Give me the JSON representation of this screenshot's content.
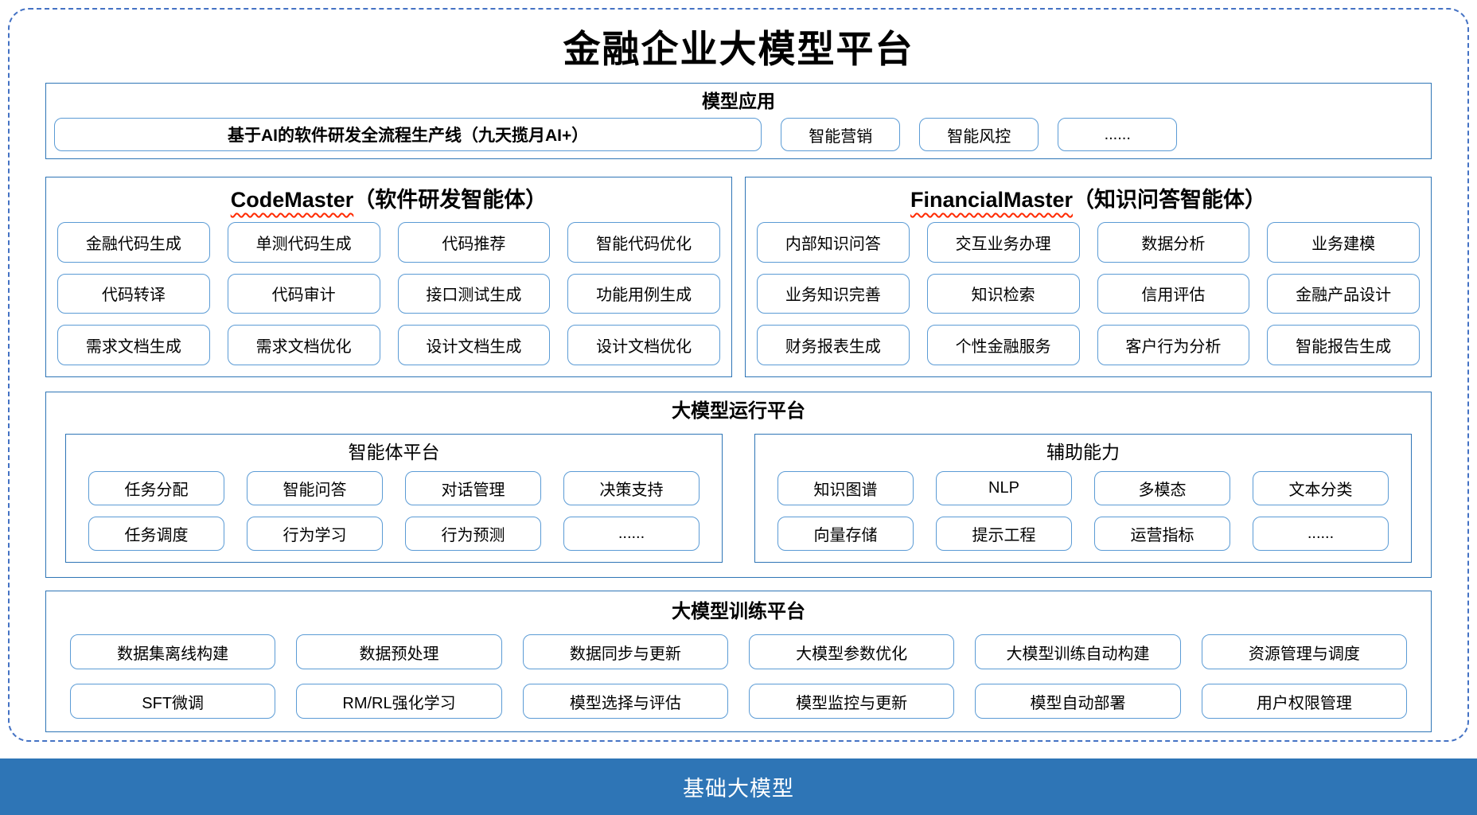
{
  "page": {
    "title": "金融企业大模型平台"
  },
  "colors": {
    "accent": "#2E75B6",
    "pill_border": "#5B9BD5",
    "dashed_border": "#4472C4",
    "footer_bg": "#2E75B6",
    "underline": "#FF2A00"
  },
  "applications": {
    "title": "模型应用",
    "main_pill": "基于AI的软件研发全流程生产线（九天揽月AI+）",
    "pills": [
      "智能营销",
      "智能风控",
      "......"
    ]
  },
  "agents": [
    {
      "name_en": "CodeMaster",
      "name_zh": "（软件研发智能体）",
      "items": [
        "金融代码生成",
        "单测代码生成",
        "代码推荐",
        "智能代码优化",
        "代码转译",
        "代码审计",
        "接口测试生成",
        "功能用例生成",
        "需求文档生成",
        "需求文档优化",
        "设计文档生成",
        "设计文档优化"
      ]
    },
    {
      "name_en": "FinancialMaster",
      "name_zh": "（知识问答智能体）",
      "items": [
        "内部知识问答",
        "交互业务办理",
        "数据分析",
        "业务建模",
        "业务知识完善",
        "知识检索",
        "信用评估",
        "金融产品设计",
        "财务报表生成",
        "个性金融服务",
        "客户行为分析",
        "智能报告生成"
      ]
    }
  ],
  "runtime": {
    "title": "大模型运行平台",
    "groups": [
      {
        "title": "智能体平台",
        "items": [
          "任务分配",
          "智能问答",
          "对话管理",
          "决策支持",
          "任务调度",
          "行为学习",
          "行为预测",
          "......"
        ]
      },
      {
        "title": "辅助能力",
        "items": [
          "知识图谱",
          "NLP",
          "多模态",
          "文本分类",
          "向量存储",
          "提示工程",
          "运营指标",
          "......"
        ]
      }
    ]
  },
  "training": {
    "title": "大模型训练平台",
    "items": [
      "数据集离线构建",
      "数据预处理",
      "数据同步与更新",
      "大模型参数优化",
      "大模型训练自动构建",
      "资源管理与调度",
      "SFT微调",
      "RM/RL强化学习",
      "模型选择与评估",
      "模型监控与更新",
      "模型自动部署",
      "用户权限管理"
    ]
  },
  "foundation": {
    "title": "基础大模型"
  }
}
